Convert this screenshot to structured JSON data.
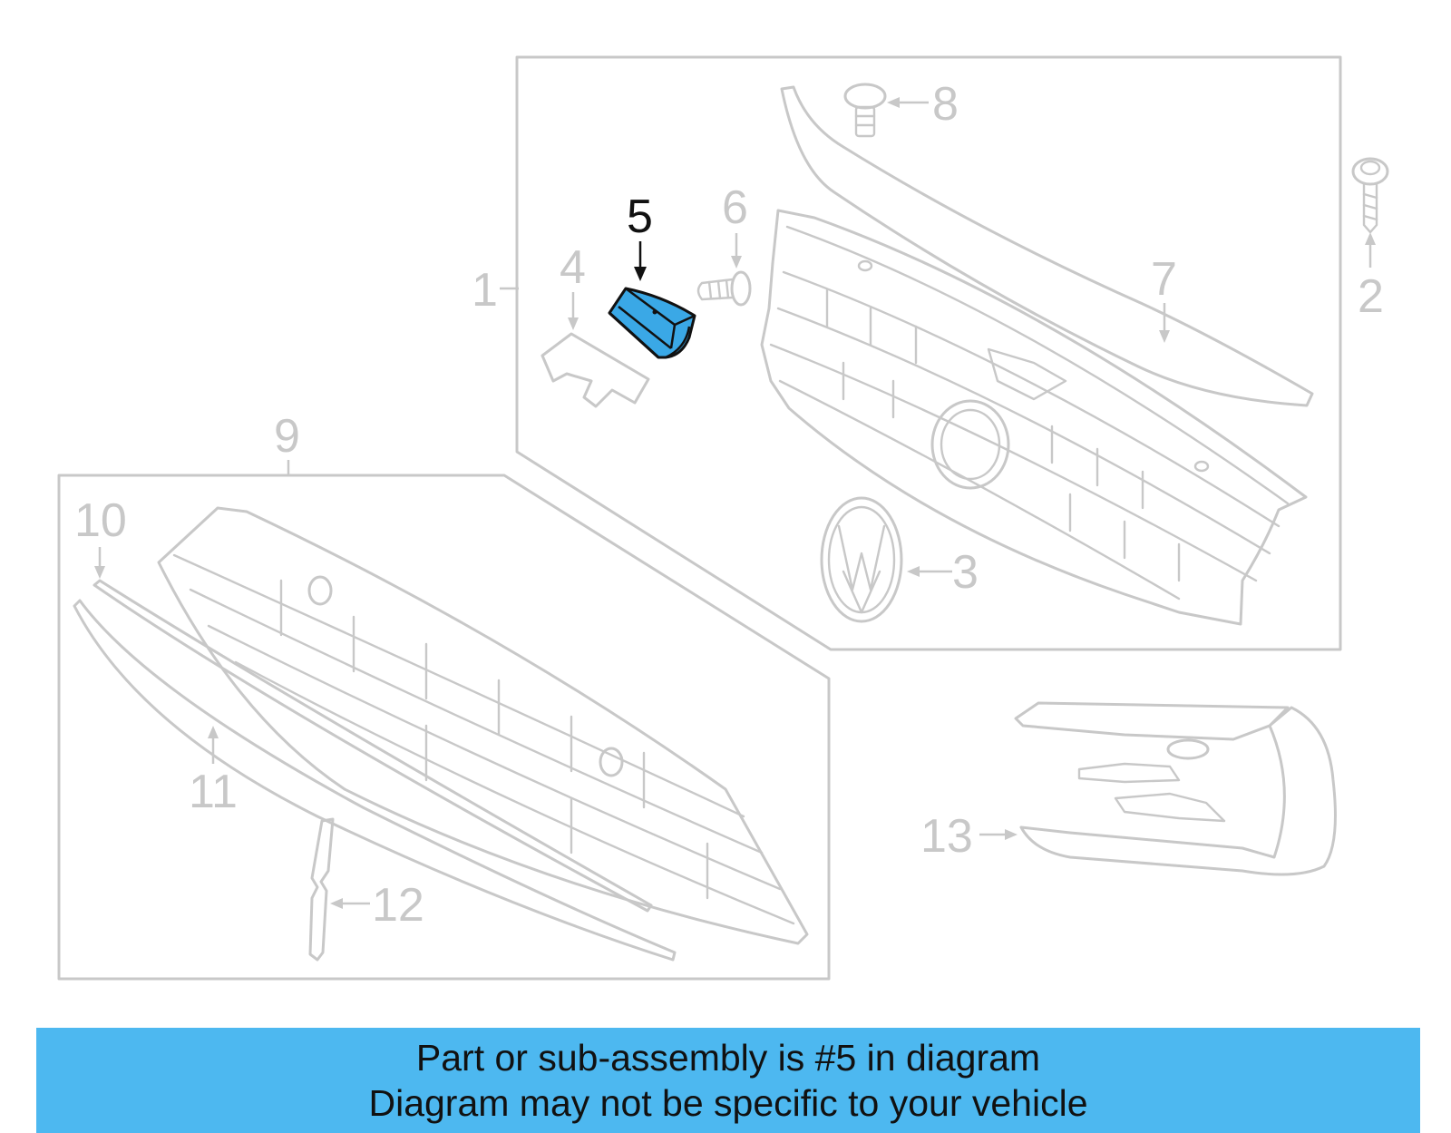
{
  "callouts": [
    {
      "id": "1",
      "label": "1",
      "highlight": false
    },
    {
      "id": "2",
      "label": "2",
      "highlight": false
    },
    {
      "id": "3",
      "label": "3",
      "highlight": false
    },
    {
      "id": "4",
      "label": "4",
      "highlight": false
    },
    {
      "id": "5",
      "label": "5",
      "highlight": true
    },
    {
      "id": "6",
      "label": "6",
      "highlight": false
    },
    {
      "id": "7",
      "label": "7",
      "highlight": false
    },
    {
      "id": "8",
      "label": "8",
      "highlight": false
    },
    {
      "id": "9",
      "label": "9",
      "highlight": false
    },
    {
      "id": "10",
      "label": "10",
      "highlight": false
    },
    {
      "id": "11",
      "label": "11",
      "highlight": false
    },
    {
      "id": "12",
      "label": "12",
      "highlight": false
    },
    {
      "id": "13",
      "label": "13",
      "highlight": false
    }
  ],
  "banner": {
    "line1": "Part or sub-assembly is #5 in diagram",
    "line2": "Diagram may not be specific to your vehicle"
  },
  "colors": {
    "banner_bg": "#4db8f0",
    "highlight_part": "#3aa8e6",
    "line_grey": "#c8c8c8",
    "text_dark": "#111111"
  }
}
